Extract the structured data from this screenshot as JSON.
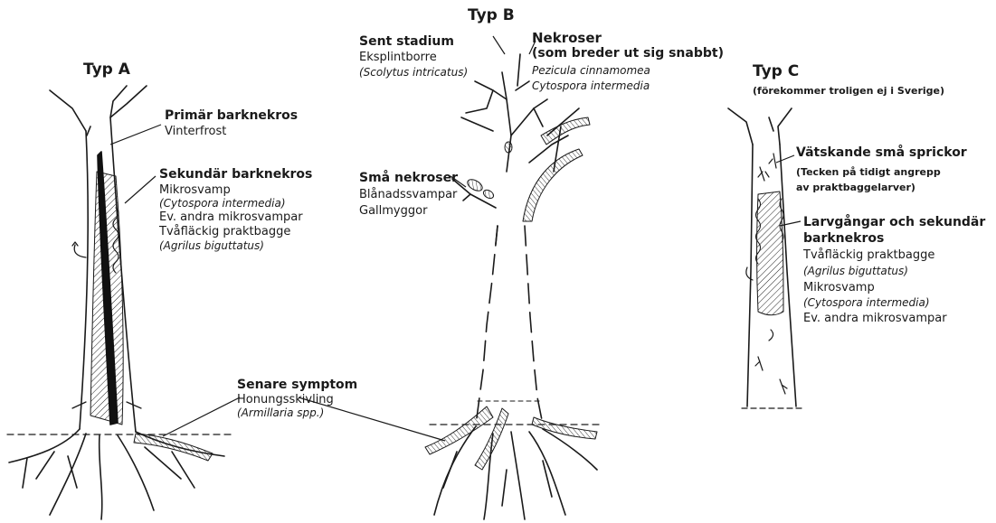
{
  "typA": {
    "title": "Typ A",
    "primar_title": "Primär barknekros",
    "primar_cause": "Vinterfrost",
    "sek_title": "Sekundär barknekros",
    "sek_l1": "Mikrosvamp",
    "sek_l2": "(Cytospora intermedia)",
    "sek_l3": "Ev. andra mikrosvampar",
    "sek_l4": "Tvåfläckig praktbagge",
    "sek_l5": "(Agrilus biguttatus)"
  },
  "senare": {
    "title": "Senare symptom",
    "l1": "Honungsskivling",
    "l2": "(Armillaria spp.)"
  },
  "typB": {
    "title": "Typ B",
    "sent_title": "Sent stadium",
    "sent_l1": "Eksplintborre",
    "sent_l2": "(Scolytus intricatus)",
    "nek_title": "Nekroser",
    "nek_sub": "(som breder ut sig snabbt)",
    "nek_l1": "Pezicula cinnamomea",
    "nek_l2": "Cytospora intermedia",
    "sma_title": "Små nekroser",
    "sma_l1": "Blånadssvampar",
    "sma_l2": "Gallmyggor"
  },
  "typC": {
    "title": "Typ C",
    "subtitle": "(förekommer troligen ej i Sverige)",
    "vat_title": "Vätskande små sprickor",
    "vat_l1": "(Tecken på tidigt angrepp",
    "vat_l2": "av praktbaggelarver)",
    "larv_title_1": "Larvgångar och sekundär",
    "larv_title_2": "barknekros",
    "larv_l1": "Tvåfläckig praktbagge",
    "larv_l2": "(Agrilus biguttatus)",
    "larv_l3": "Mikrosvamp",
    "larv_l4": "(Cytospora intermedia)",
    "larv_l5": "Ev. andra mikrosvampar"
  }
}
